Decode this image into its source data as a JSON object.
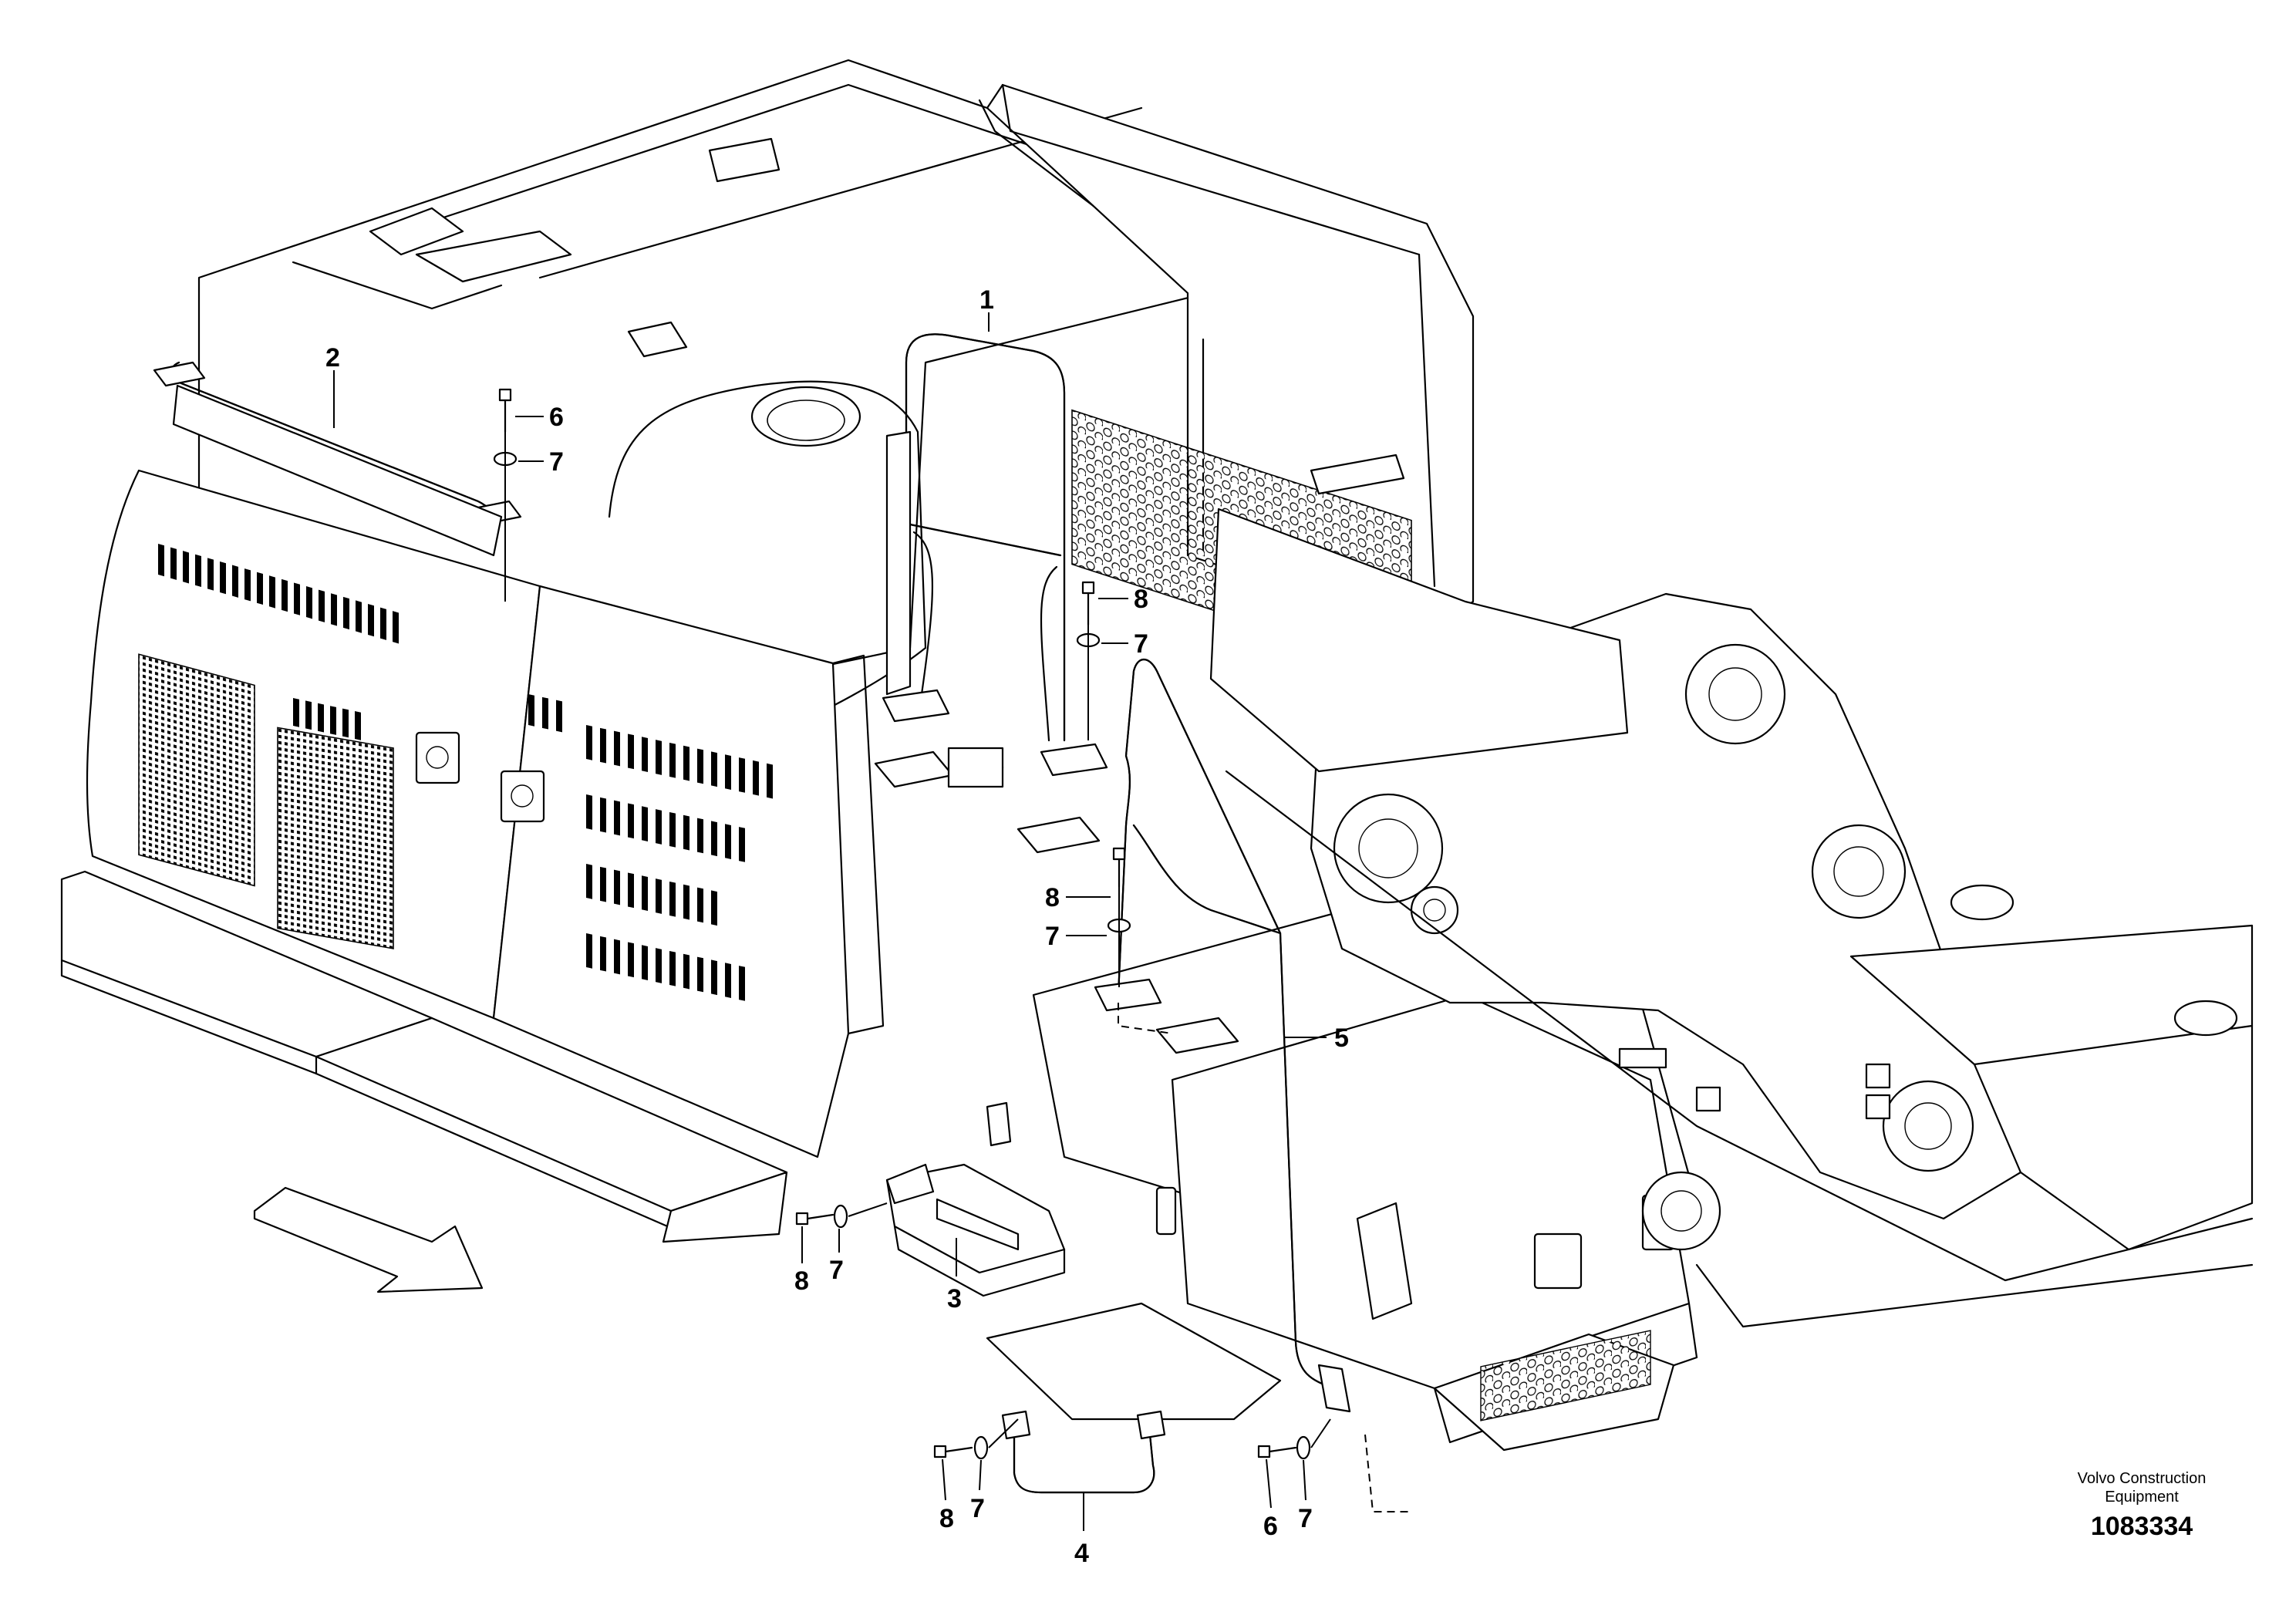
{
  "brand": {
    "line1": "Volvo Construction",
    "line2": "Equipment",
    "illustration_number": "1083334"
  },
  "callouts": {
    "c1": "1",
    "c2": "2",
    "c3": "3",
    "c4": "4",
    "c5": "5",
    "c6a": "6",
    "c6b": "6",
    "c7a": "7",
    "c7b": "7",
    "c7c": "7",
    "c7d": "7",
    "c7e": "7",
    "c8a": "8",
    "c8b": "8",
    "c8c": "8",
    "c8d": "8"
  },
  "icons": {
    "direction": "forward-direction-arrow-icon"
  },
  "colors": {
    "ink": "#000000",
    "paper": "#ffffff"
  }
}
